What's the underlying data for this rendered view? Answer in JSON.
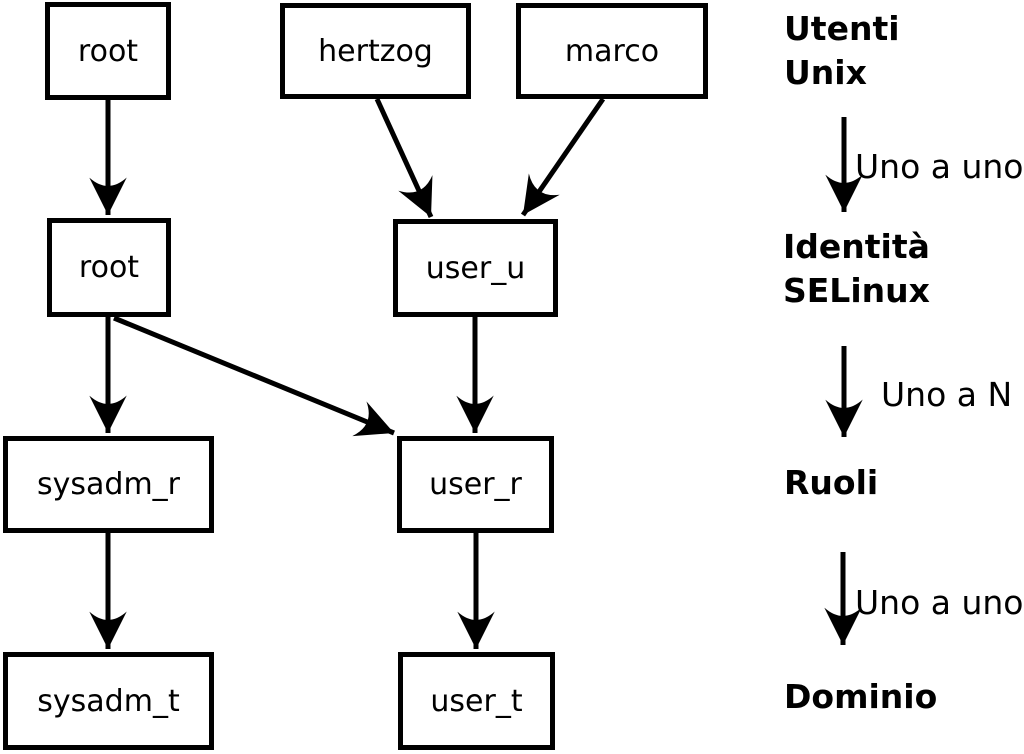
{
  "nodes": {
    "unix_root": {
      "label": "root"
    },
    "unix_hertzog": {
      "label": "hertzog"
    },
    "unix_marco": {
      "label": "marco"
    },
    "selinux_root": {
      "label": "root"
    },
    "selinux_user_u": {
      "label": "user_u"
    },
    "role_sysadm_r": {
      "label": "sysadm_r"
    },
    "role_user_r": {
      "label": "user_r"
    },
    "domain_sysadm_t": {
      "label": "sysadm_t"
    },
    "domain_user_t": {
      "label": "user_t"
    }
  },
  "legend": {
    "levels": [
      {
        "label": "Utenti\nUnix"
      },
      {
        "label": "Identità\nSELinux"
      },
      {
        "label": "Ruoli"
      },
      {
        "label": "Dominio"
      }
    ],
    "relations": [
      {
        "label": "Uno a uno"
      },
      {
        "label": "Uno a N"
      },
      {
        "label": "Uno a uno"
      }
    ]
  },
  "colors": {
    "line": "#000000",
    "text": "#000000",
    "box_fill": "#ffffff",
    "background": "#ffffff"
  }
}
